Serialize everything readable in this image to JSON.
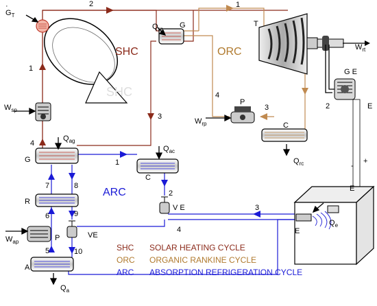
{
  "cycles": {
    "shc": {
      "abbr": "SHC",
      "name": "SOLAR HEATING CYCLE",
      "color": "#8b2a1a"
    },
    "orc": {
      "abbr": "ORC",
      "name": "ORGANIC RANKINE CYCLE",
      "color": "#b07a2e"
    },
    "arc": {
      "abbr": "ARC",
      "name": "ABSORPTION REFRIGERATION CYCLE",
      "color": "#1a1ad6"
    }
  },
  "labels": {
    "GT": "G",
    "GT_sub": "T",
    "Qrg": "Q",
    "Qrg_sub": "rg",
    "G_top": "G",
    "T": "T",
    "Wrt": "W",
    "Wrt_sub": "rt",
    "GE": "G E",
    "E_right": "E",
    "Wsp": "W",
    "Wsp_sub": "sp",
    "P_orc": "P",
    "Wrp": "W",
    "Wrp_sub": "rp",
    "C_orc": "C",
    "Qrc": "Q",
    "Qrc_sub": "rc",
    "Qag": "Q",
    "Qag_sub": "ag",
    "G_left": "G",
    "Qac": "Q",
    "Qac_sub": "ac",
    "C_arc": "C",
    "R": "R",
    "VE_mid": "V E",
    "E_box": "E",
    "Qe": "Q",
    "Qe_sub": "e",
    "Wap": "W",
    "Wap_sub": "ap",
    "P_arc": "P",
    "VE_left": "VE",
    "A": "A",
    "Qa": "Q",
    "Qa_sub": "a",
    "E_dot": "E",
    "minus": "-",
    "plus": "+"
  },
  "stream_numbers": {
    "shc_1": "1",
    "shc_2": "2",
    "shc_3": "3",
    "shc_4": "4",
    "orc_1": "1",
    "orc_2": "2",
    "orc_3": "3",
    "orc_4": "4",
    "arc_1": "1",
    "arc_2": "2",
    "arc_3": "3",
    "arc_4": "4",
    "arc_5": "5",
    "arc_6": "6",
    "arc_7": "7",
    "arc_8": "8",
    "arc_9": "9",
    "arc_10": "10"
  },
  "colors": {
    "shc": "#8b2a1a",
    "orc": "#c08a50",
    "arc": "#1a1ad6",
    "black": "#000000"
  }
}
